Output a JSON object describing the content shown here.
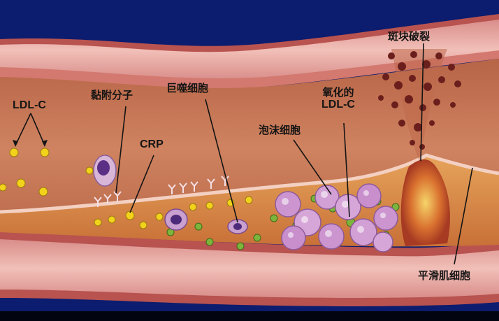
{
  "labels": {
    "ldl_c": "LDL-C",
    "adhesion_molecule": "黏附分子",
    "macrophage": "巨噬细胞",
    "crp": "CRP",
    "foam_cell": "泡沫细胞",
    "oxidized_ldl_line1": "氧化的",
    "oxidized_ldl_line2": "LDL-C",
    "plaque_rupture": "斑块破裂",
    "smooth_muscle_cell": "平滑肌细胞"
  },
  "colors": {
    "background": "#0c1c6e",
    "vessel_wall": "#e6a6a0",
    "lumen": "#c97a58",
    "plaque_core": "#f0c070",
    "ldl_particle": "#f2d21a",
    "foam_cell": "#c890c8"
  }
}
